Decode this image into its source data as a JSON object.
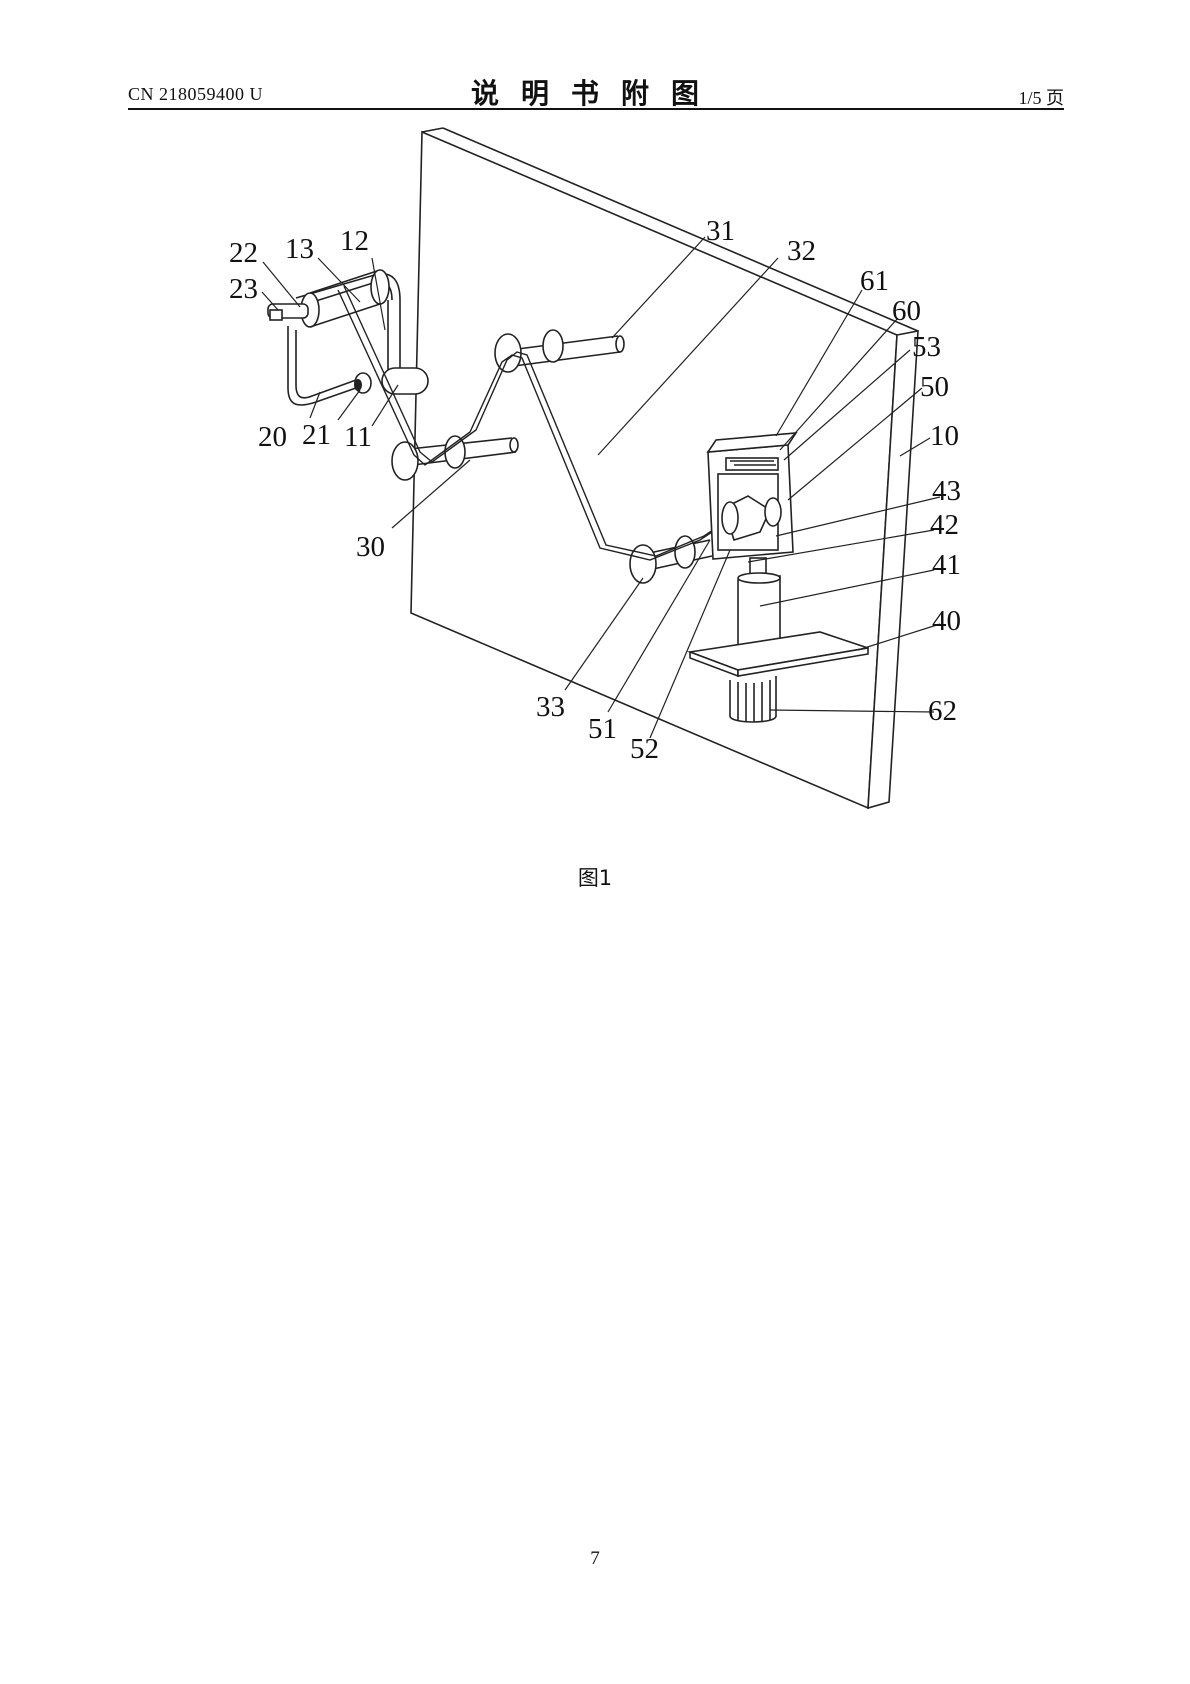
{
  "header": {
    "publication_number": "CN 218059400 U",
    "title": "说明书附图",
    "page_info": "1/5 页"
  },
  "figure": {
    "caption": "图1",
    "reference_labels": [
      "22",
      "13",
      "12",
      "23",
      "31",
      "32",
      "61",
      "60",
      "53",
      "50",
      "10",
      "20",
      "21",
      "11",
      "43",
      "42",
      "41",
      "40",
      "30",
      "62",
      "33",
      "51",
      "52"
    ]
  },
  "footer": {
    "page_number": "7"
  }
}
